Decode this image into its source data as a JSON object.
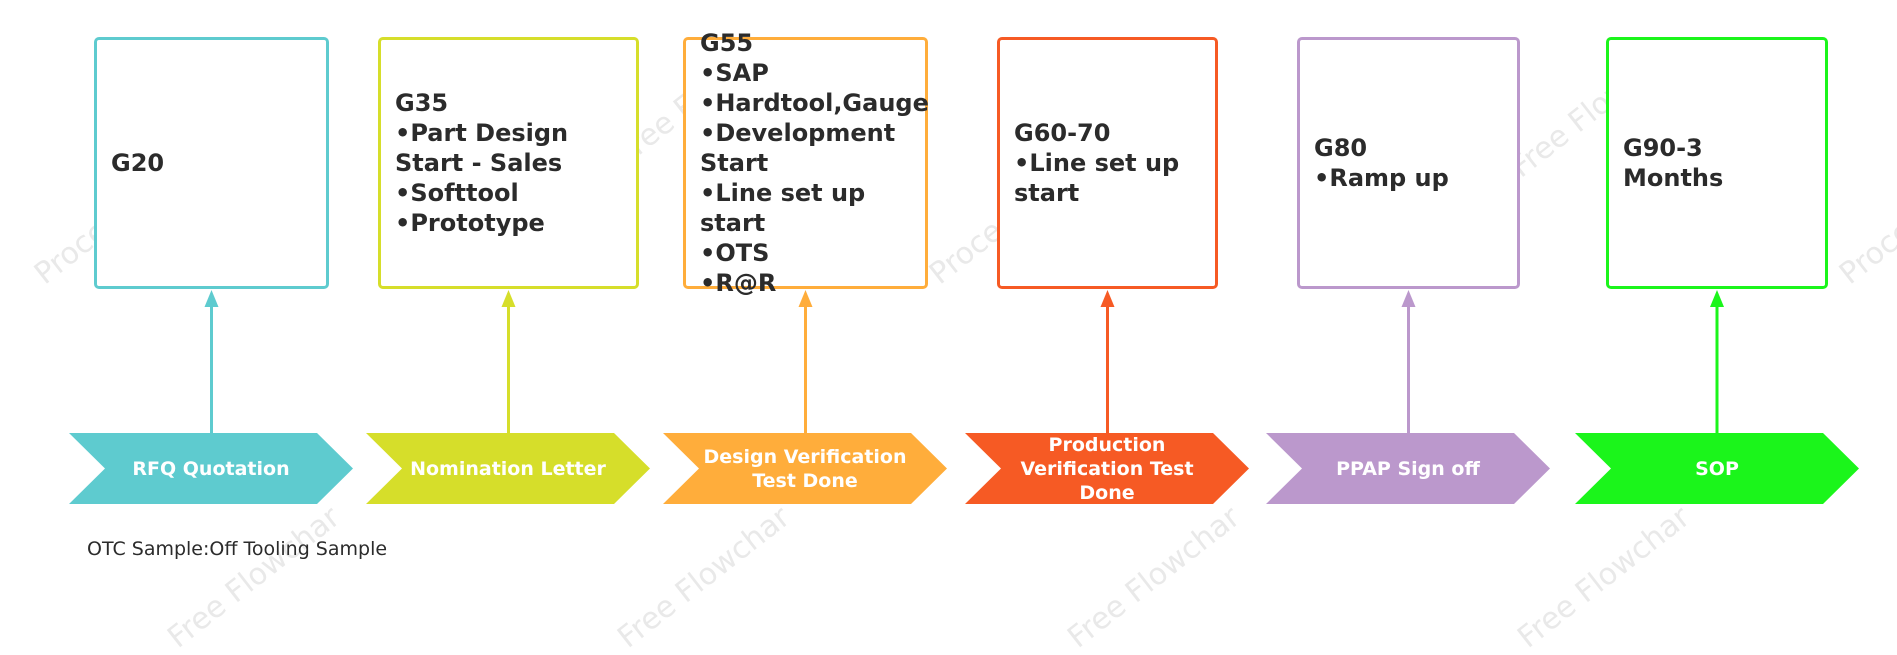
{
  "watermark": "Process On Free Flowchart",
  "stages": [
    {
      "color": "#5ecbcf",
      "box_lines": [
        "G20"
      ],
      "chevron_label": "RFQ Quotation"
    },
    {
      "color": "#d6de2a",
      "box_lines": [
        "G35",
        "•Part Design Start - Sales",
        "•Softtool",
        "•Prototype"
      ],
      "chevron_label": "Nomination Letter"
    },
    {
      "color": "#ffad3b",
      "box_lines": [
        "G55",
        "•SAP",
        "•Hardtool,Gauge",
        "•Development Start",
        "•Line set up start",
        "•OTS",
        "•R@R"
      ],
      "chevron_label": "Design Verification Test Done"
    },
    {
      "color": "#f65a24",
      "box_lines": [
        "G60-70",
        "•Line set up start"
      ],
      "chevron_label": "Production Verification Test Done"
    },
    {
      "color": "#bb98cc",
      "box_lines": [
        "G80",
        "•Ramp up"
      ],
      "chevron_label": "PPAP Sign off"
    },
    {
      "color": "#1bf51b",
      "box_lines": [
        "G90-3 Months"
      ],
      "chevron_label": "SOP"
    }
  ],
  "note": "OTC Sample:Off Tooling Sample"
}
